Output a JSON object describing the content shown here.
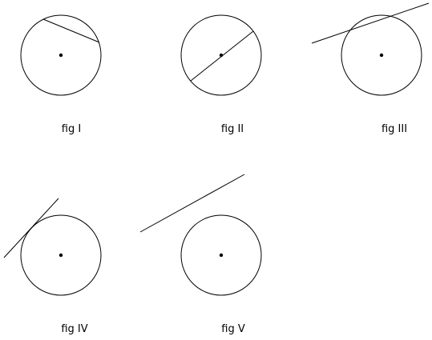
{
  "colors": {
    "stroke": "#000000",
    "background": "#ffffff"
  },
  "figures": [
    {
      "id": "fig-1",
      "label": "fig I",
      "line_kind": "chord"
    },
    {
      "id": "fig-2",
      "label": "fig II",
      "line_kind": "diameter"
    },
    {
      "id": "fig-3",
      "label": "fig III",
      "line_kind": "secant"
    },
    {
      "id": "fig-4",
      "label": "fig IV",
      "line_kind": "tangent"
    },
    {
      "id": "fig-5",
      "label": "fig V",
      "line_kind": "non-intersecting line"
    }
  ]
}
